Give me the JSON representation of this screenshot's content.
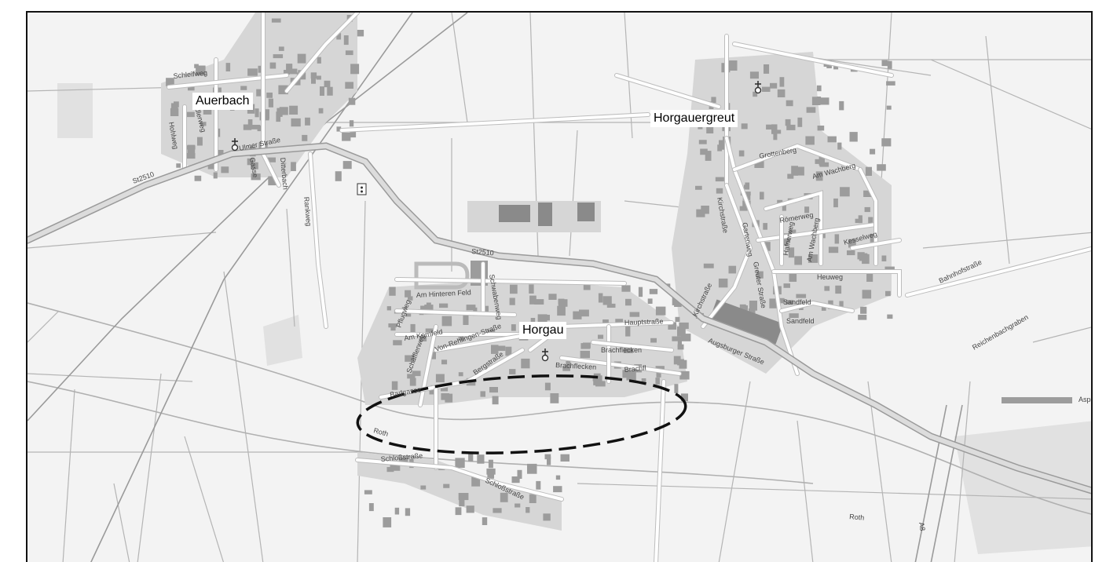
{
  "map": {
    "places": {
      "auerbach": "Auerbach",
      "horgauergreut": "Horgauergreut",
      "horgau": "Horgau"
    },
    "streets": {
      "schleifweg": "Schleifweg",
      "siedlerweg": "Siedlerweg",
      "hohlweg": "Hohlweg",
      "ulmer_strasse": "Ulmer Straße",
      "gasse": "Gasse",
      "ditterbach": "Ditterbach",
      "rankweg": "Rankweg",
      "st2510": "St2510",
      "am_hinteren_feld": "Am Hinteren Feld",
      "schwabenweg": "Schwabenweg",
      "pflugweg": "Pflugweg",
      "am_kornfeld": "Am Kornfeld",
      "von_rehlingen_strasse": "Von-Rehlingen-Straße",
      "schaefflerweg": "Schäfflerweg",
      "bergstrasse": "Bergstraße",
      "badgasse": "Badgasse",
      "hauptstrasse": "Hauptstraße",
      "brachflecken": "Brachflecken",
      "brachflecken2": "Brachflecken",
      "brachfl": "Brachfl",
      "roth": "Roth",
      "roth2": "Roth",
      "schlossstrasse": "Schloßstraße",
      "schlossstrasse2": "Schloßstraße",
      "kirchstrasse": "Kirchstraße",
      "kirchstrasse2": "Kirchstraße",
      "gartenweg": "Gartenweg",
      "grottenberg": "Grottenberg",
      "am_wachberg": "Am Wachberg",
      "am_wachberg2": "Am Wachberg",
      "roemerweg": "Römerweg",
      "hafnerweg": "Hafnerweg",
      "kesselweg": "Kesselweg",
      "heuweg": "Heuweg",
      "sandfeld": "Sandfeld",
      "sandfeld2": "Sandfeld",
      "greuter_strasse": "Greuter Straße",
      "augsburger_strasse": "Augsburger Straße",
      "bahnhofstrasse": "Bahnhofstraße",
      "reichenbachgraben": "Reichenbachgraben",
      "st2510b": "St2510",
      "a8": "A8",
      "aspe": "Aspe"
    },
    "icons": [
      "church-icon",
      "wayside-cross-icon",
      "speed-camera-icon"
    ],
    "colors": {
      "highlight_ellipse": "#111111",
      "frame": "#111111"
    }
  }
}
